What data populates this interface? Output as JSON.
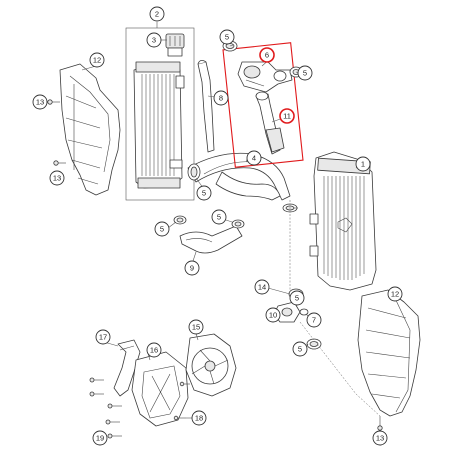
{
  "colors": {
    "highlight": "#e0191b",
    "line": "#3a3a3a"
  },
  "callouts": [
    {
      "id": "c1",
      "label": "1",
      "highlight": false
    },
    {
      "id": "c2",
      "label": "2",
      "highlight": false
    },
    {
      "id": "c3",
      "label": "3",
      "highlight": false
    },
    {
      "id": "c4",
      "label": "4",
      "highlight": false
    },
    {
      "id": "c5a",
      "label": "5",
      "highlight": false
    },
    {
      "id": "c5b",
      "label": "5",
      "highlight": false
    },
    {
      "id": "c5c",
      "label": "5",
      "highlight": false
    },
    {
      "id": "c5d",
      "label": "5",
      "highlight": false
    },
    {
      "id": "c5e",
      "label": "5",
      "highlight": false
    },
    {
      "id": "c5f",
      "label": "5",
      "highlight": false
    },
    {
      "id": "c5g",
      "label": "5",
      "highlight": false
    },
    {
      "id": "c6",
      "label": "6",
      "highlight": true
    },
    {
      "id": "c7",
      "label": "7",
      "highlight": false
    },
    {
      "id": "c8",
      "label": "8",
      "highlight": false
    },
    {
      "id": "c9",
      "label": "9",
      "highlight": false
    },
    {
      "id": "c10",
      "label": "10",
      "highlight": false
    },
    {
      "id": "c11",
      "label": "11",
      "highlight": true
    },
    {
      "id": "c12a",
      "label": "12",
      "highlight": false
    },
    {
      "id": "c12b",
      "label": "12",
      "highlight": false
    },
    {
      "id": "c13a",
      "label": "13",
      "highlight": false
    },
    {
      "id": "c13b",
      "label": "13",
      "highlight": false
    },
    {
      "id": "c14",
      "label": "14",
      "highlight": false
    },
    {
      "id": "c15",
      "label": "15",
      "highlight": false
    },
    {
      "id": "c16",
      "label": "16",
      "highlight": false
    },
    {
      "id": "c17",
      "label": "17",
      "highlight": false
    },
    {
      "id": "c18",
      "label": "18",
      "highlight": false
    },
    {
      "id": "c19",
      "label": "19",
      "highlight": false
    }
  ]
}
